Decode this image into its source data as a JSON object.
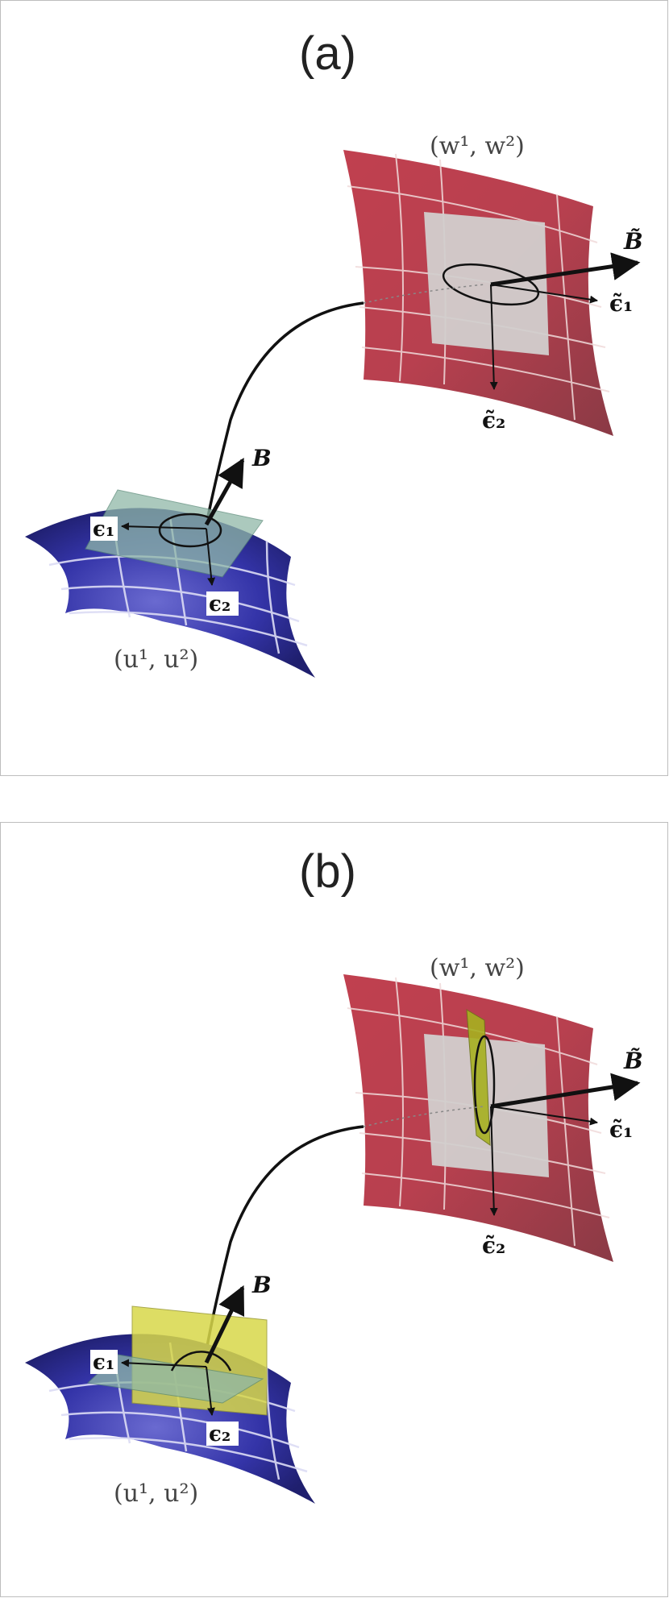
{
  "panels": [
    {
      "title": "(a)",
      "target_label": "(w¹, w²)",
      "source_label": "(u¹, u²)",
      "vectors": {
        "B": "B",
        "B_tilde": "B̃",
        "e1": "ϵ₁",
        "e2": "ϵ₂",
        "e1_tilde": "ϵ̃₁",
        "e2_tilde": "ϵ̃₂"
      }
    },
    {
      "title": "(b)",
      "target_label": "(w¹, w²)",
      "source_label": "(u¹, u²)",
      "vectors": {
        "B": "B",
        "B_tilde": "B̃",
        "e1": "ϵ₁",
        "e2": "ϵ₂",
        "e1_tilde": "ϵ̃₁",
        "e2_tilde": "ϵ̃₂"
      }
    }
  ],
  "colors": {
    "target_surface": "#b8404f",
    "source_surface": "#2f2f9a",
    "tangent_plane": "#8fb8a8",
    "yellow_plane": "#d8d84a",
    "center_patch": "#d2cfcd"
  }
}
